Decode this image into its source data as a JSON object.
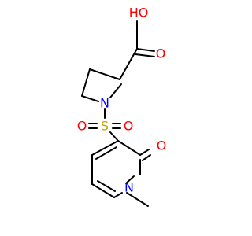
{
  "molecule": {
    "atoms": {
      "hydroxyl": "HO",
      "carbonyl_oxygen": "O",
      "pyrrolidine_nitrogen": "N",
      "sulfur": "S",
      "sulfonyl_oxygen_left": "O",
      "sulfonyl_oxygen_right": "O",
      "pyridone_oxygen": "O",
      "pyridone_nitrogen": "N"
    },
    "colors": {
      "oxygen": "#ff0000",
      "nitrogen": "#0000ff",
      "sulfur": "#c8a000",
      "bond": "#000000"
    }
  }
}
